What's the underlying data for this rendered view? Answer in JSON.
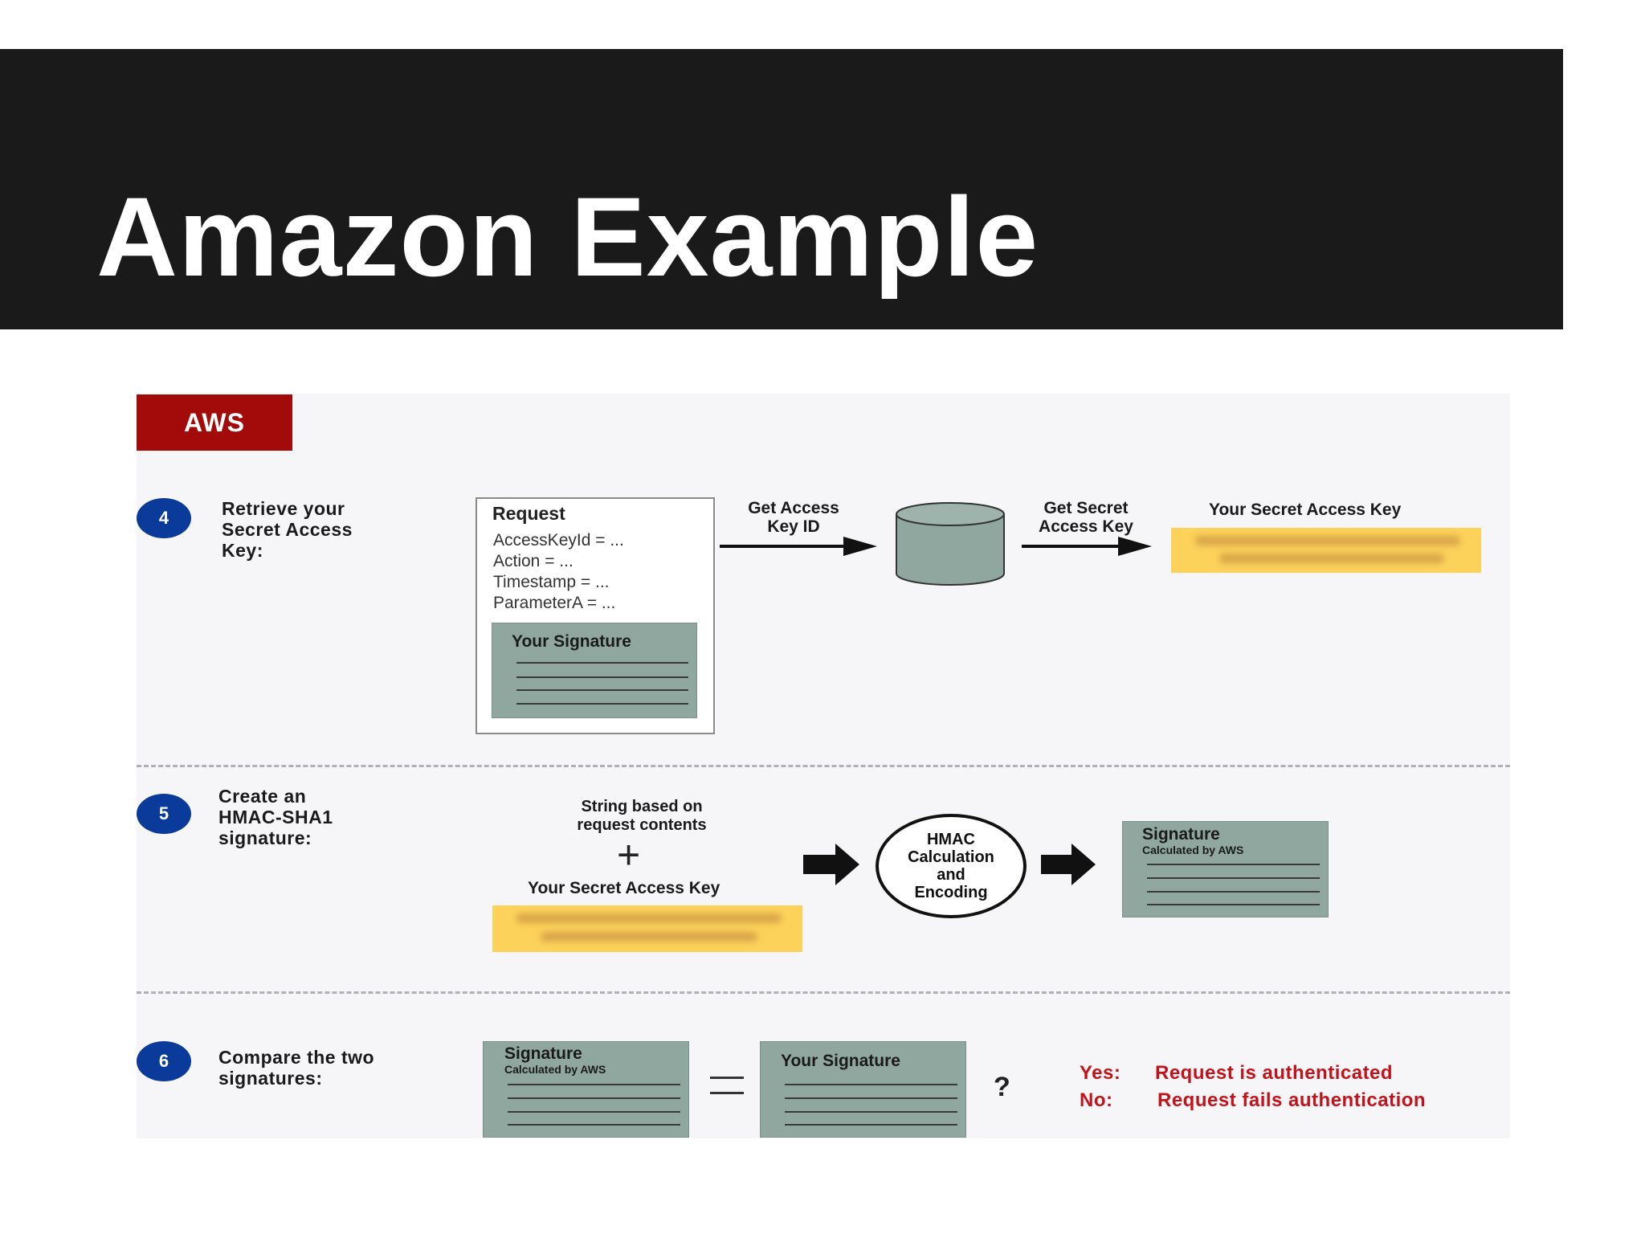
{
  "slide": {
    "title": "Amazon Example"
  },
  "badge": "AWS",
  "steps": [
    {
      "number": "4",
      "label": "Retrieve your\nSecret Access\nKey:"
    },
    {
      "number": "5",
      "label": "Create an\nHMAC-SHA1\nsignature:"
    },
    {
      "number": "6",
      "label": "Compare the two\nsignatures:"
    }
  ],
  "request": {
    "title": "Request",
    "lines": [
      "AccessKeyId = ...",
      "Action = ...",
      "Timestamp = ...",
      "ParameterA = ..."
    ],
    "signature_title": "Your Signature"
  },
  "step4": {
    "get_access_key_id": "Get Access\nKey ID",
    "get_secret_access_key": "Get Secret\nAccess Key",
    "secret_key_label": "Your Secret Access Key"
  },
  "step5": {
    "string_label": "String based on\nrequest contents",
    "plus": "+",
    "secret_key_label": "Your Secret Access Key",
    "hmac_label": "HMAC\nCalculation\nand\nEncoding",
    "signature_title": "Signature",
    "signature_subtitle": "Calculated by AWS"
  },
  "step6": {
    "aws_signature_title": "Signature",
    "aws_signature_subtitle": "Calculated by AWS",
    "your_signature_title": "Your Signature",
    "question": "?",
    "yes_label": "Yes:",
    "yes_text": "Request is authenticated",
    "no_label": "No:",
    "no_text": "Request fails authentication"
  },
  "colors": {
    "title_band": "#1a1a1a",
    "badge": "#a30a0a",
    "step_circle": "#0a3a9a",
    "signature_card": "#8fa79f",
    "key_highlight": "#fcd25a",
    "database": "#8fa79f",
    "result_text": "#c4121a"
  }
}
